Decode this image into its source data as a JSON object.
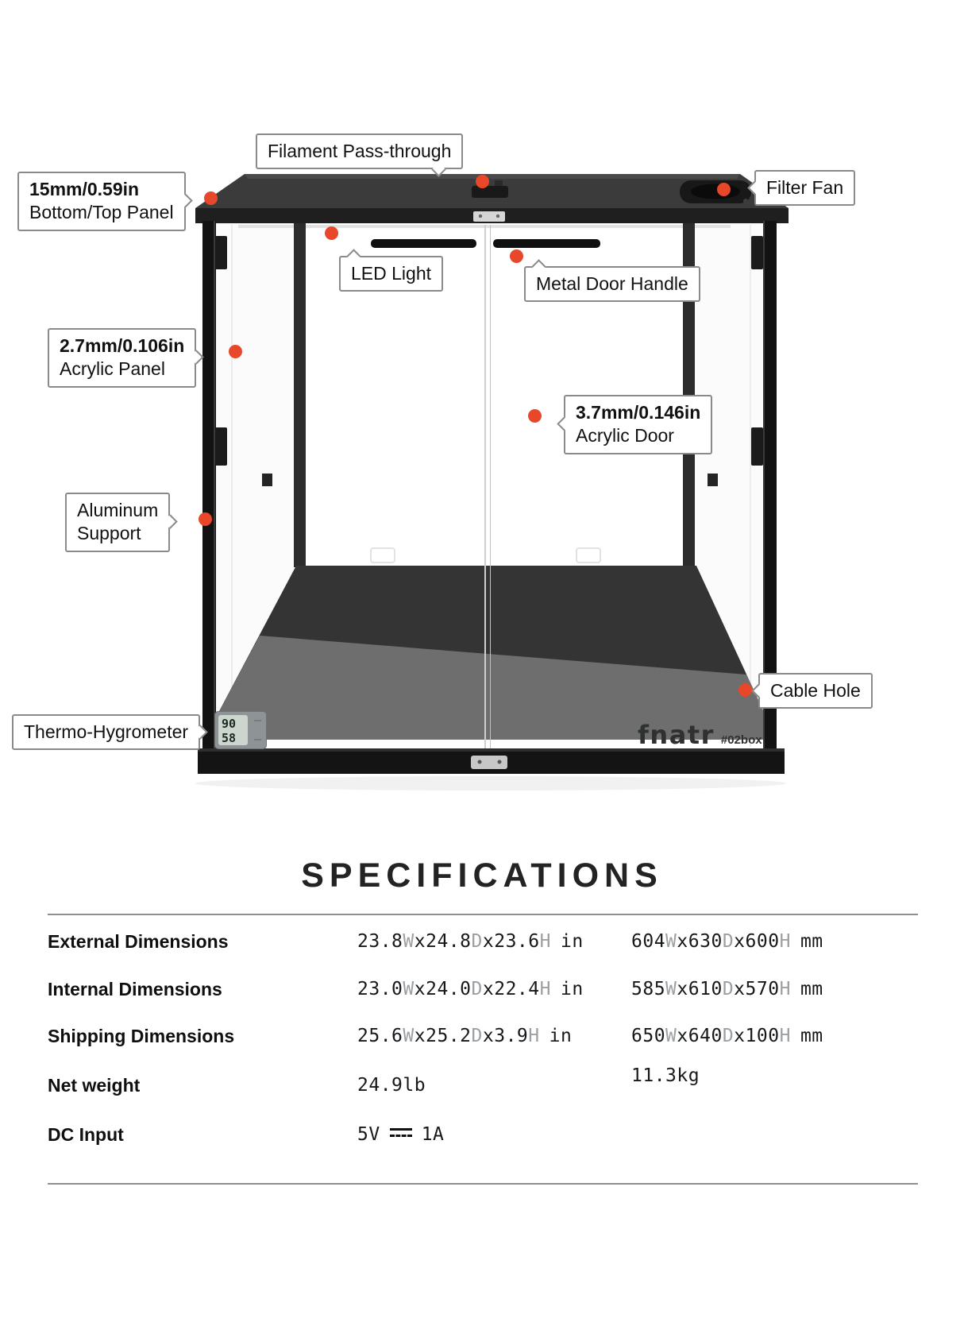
{
  "product": {
    "brand": "fnatr",
    "model": "#02box",
    "thermo_display": {
      "line1": "90",
      "line2": "58"
    }
  },
  "callouts": {
    "filament_pass_through": {
      "line1": "Filament Pass-through"
    },
    "bottom_top_panel": {
      "line1": "15mm/0.59in",
      "line2": "Bottom/Top Panel"
    },
    "filter_fan": {
      "line1": "Filter Fan"
    },
    "led_light": {
      "line1": "LED Light"
    },
    "metal_door_handle": {
      "line1": "Metal Door Handle"
    },
    "acrylic_panel": {
      "line1": "2.7mm/0.106in",
      "line2": "Acrylic Panel"
    },
    "acrylic_door": {
      "line1": "3.7mm/0.146in",
      "line2": "Acrylic Door"
    },
    "aluminum_support": {
      "line1": "Aluminum",
      "line2": "Support"
    },
    "cable_hole": {
      "line1": "Cable Hole"
    },
    "thermo_hygrometer": {
      "line1": "Thermo-Hygrometer"
    }
  },
  "specs": {
    "title": "SPECIFICATIONS",
    "dim_labels": {
      "w": "W",
      "d": "D",
      "h": "H",
      "sep": "x"
    },
    "units": {
      "imperial": "in",
      "metric": "mm"
    },
    "rows": [
      {
        "label": "External Dimensions",
        "imperial": {
          "w": "23.8",
          "d": "24.8",
          "h": "23.6"
        },
        "metric": {
          "w": "604",
          "d": "630",
          "h": "600"
        }
      },
      {
        "label": "Internal Dimensions",
        "imperial": {
          "w": "23.0",
          "d": "24.0",
          "h": "22.4"
        },
        "metric": {
          "w": "585",
          "d": "610",
          "h": "570"
        }
      },
      {
        "label": "Shipping Dimensions",
        "imperial": {
          "w": "25.6",
          "d": "25.2",
          "h": "3.9"
        },
        "metric": {
          "w": "650",
          "d": "640",
          "h": "100"
        }
      }
    ],
    "weight": {
      "label": "Net weight",
      "imperial": "24.9lb",
      "metric": "11.3kg"
    },
    "dc_input": {
      "label": "DC Input",
      "voltage": "5V",
      "current": "1A"
    }
  },
  "colors": {
    "accent_dot": "#e8472a",
    "callout_border": "#8a8a8a",
    "dim_letter": "#9aa0a4",
    "text": "#111111"
  }
}
